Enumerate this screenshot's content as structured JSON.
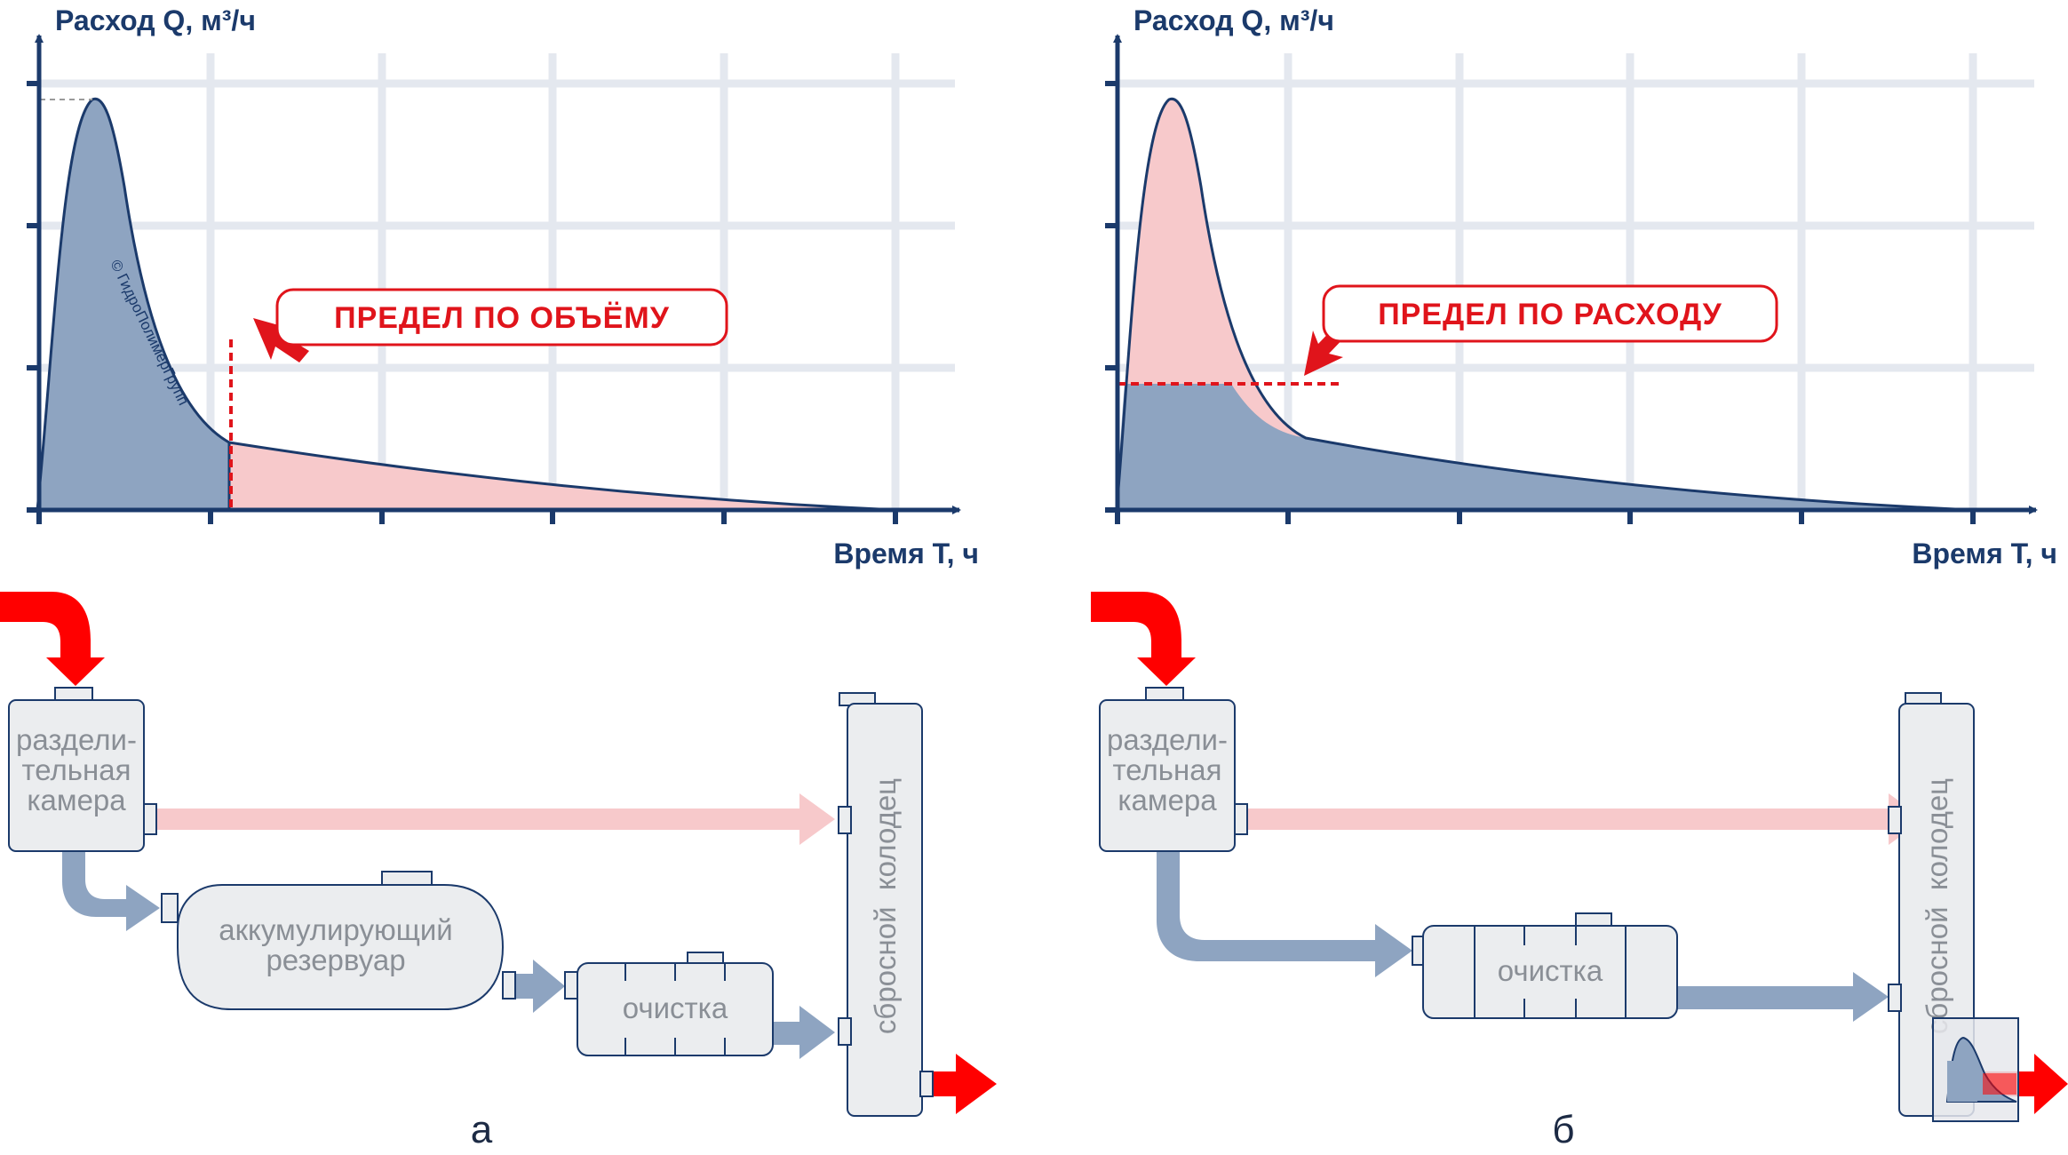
{
  "colors": {
    "axis": "#1b3a6b",
    "grid": "#e4e8ef",
    "blue_fill": "#8ea4c1",
    "pink_fill": "#f7c9cb",
    "red": "#e0141b",
    "box_fill": "#ebedef",
    "box_stroke": "#1b3a6b"
  },
  "left": {
    "y_label": "Расход Q, м³/ч",
    "x_label": "Время T, ч",
    "callout": "ПРЕДЕЛ ПО ОБЪЁМУ",
    "panel_letter": "а",
    "boxes": {
      "separator_l1": "раздели-",
      "separator_l2": "тельная",
      "separator_l3": "камера",
      "reservoir_l1": "аккумулирующий",
      "reservoir_l2": "резервуар",
      "cleaning": "очистка",
      "well": "сбросной  колодец"
    },
    "watermark": "© ГидроПолимерГрупп"
  },
  "right": {
    "y_label": "Расход Q, м³/ч",
    "x_label": "Время T, ч",
    "callout": "ПРЕДЕЛ ПО РАСХОДУ",
    "panel_letter": "б",
    "boxes": {
      "separator_l1": "раздели-",
      "separator_l2": "тельная",
      "separator_l3": "камера",
      "cleaning": "очистка",
      "well": "сбросной  колодец"
    }
  }
}
